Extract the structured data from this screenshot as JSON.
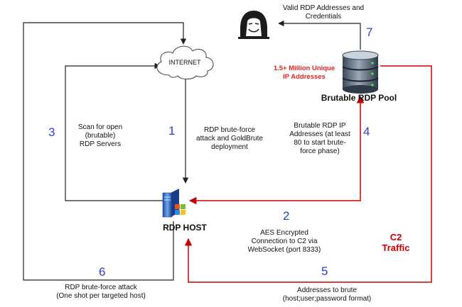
{
  "nodes": {
    "internet": {
      "label": "INTERNET",
      "icon": "cloud-icon"
    },
    "rdp_host": {
      "label": "RDP HOST",
      "icon": "server-icon"
    },
    "rdp_pool": {
      "label": "Brutable RDP Pool",
      "icon": "database-icon"
    },
    "attacker": {
      "icon": "hacker-icon"
    }
  },
  "labels": {
    "valid_rdp": "Valid RDP Addresses and\nCredentials",
    "million": "1.5+ Million Unique\nIP Addresses",
    "scan": "Scan for open\n(brutable)\nRDP Servers",
    "brute_deploy": "RDP brute-force\nattack and GoldBrute\ndeployment",
    "brutable_ips": "Brutable RDP IP\nAddresses (at least\n80 to start brute-\nforce phase)",
    "aes": "AES Encrypted\nConnection to C2 via\nWebSocket (port 8333)",
    "c2": "C2\nTraffic",
    "brute_attack": "RDP brute-force attack\n(One shot per targeted host)",
    "addresses": "Addresses to brute\n(host;user;password format)"
  },
  "steps": [
    "1",
    "2",
    "3",
    "4",
    "5",
    "6",
    "7"
  ],
  "colors": {
    "black_arrow": "#222222",
    "red_arrow": "#c40000",
    "step_number": "#2b3fd6"
  }
}
